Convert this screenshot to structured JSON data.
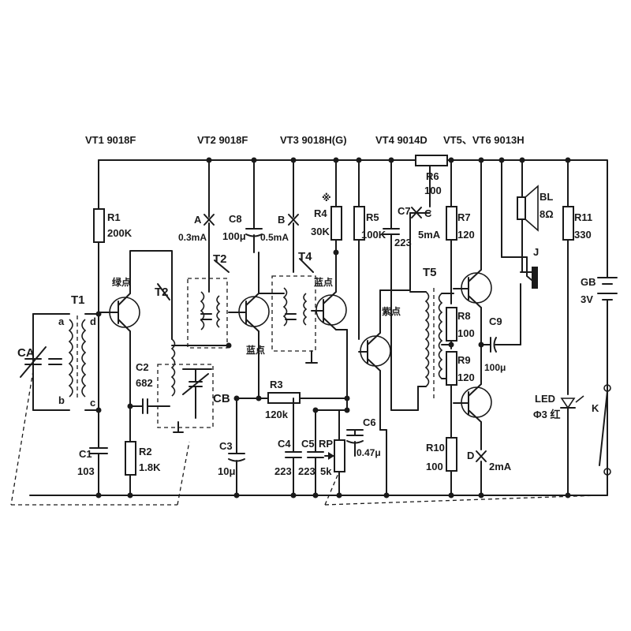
{
  "headers": {
    "vt1": "VT1 9018F",
    "vt2": "VT2 9018F",
    "vt3": "VT3  9018H(G)",
    "vt4": "VT4  9014D",
    "vt56": "VT5、VT6 9013H"
  },
  "components": {
    "r1": {
      "name": "R1",
      "value": "200K"
    },
    "r2": {
      "name": "R2",
      "value": "1.8K"
    },
    "r3": {
      "name": "R3",
      "value": "120k"
    },
    "r4": {
      "name": "R4",
      "value": "30K"
    },
    "r5": {
      "name": "R5",
      "value": "100K"
    },
    "r6": {
      "name": "R6",
      "value": "100"
    },
    "r7": {
      "name": "R7",
      "value": "120"
    },
    "r8": {
      "name": "R8",
      "value": "100"
    },
    "r9": {
      "name": "R9",
      "value": "120"
    },
    "r10": {
      "name": "R10",
      "value": "100"
    },
    "r11": {
      "name": "R11",
      "value": "330"
    },
    "c1": {
      "name": "C1",
      "value": "103"
    },
    "c2": {
      "name": "C2",
      "value": "682"
    },
    "c3": {
      "name": "C3",
      "value": "10μ"
    },
    "c4": {
      "name": "C4",
      "value": "223"
    },
    "c5": {
      "name": "C5",
      "value": "223"
    },
    "c6": {
      "name": "C6",
      "value": "0.47μ"
    },
    "c7": {
      "name": "C7",
      "value": "223"
    },
    "c8": {
      "name": "C8",
      "value": "100μ"
    },
    "c9": {
      "name": "C9",
      "value": "100μ"
    },
    "rp": {
      "name": "RP",
      "value": "5k"
    },
    "ca": "CA",
    "cb": "CB",
    "t1": "T1",
    "t2a": "T2",
    "t2b": "T2",
    "t4": "T4",
    "t5": "T5",
    "bl": {
      "name": "BL",
      "value": "8Ω"
    },
    "gb": {
      "name": "GB",
      "value": "3V"
    },
    "led": {
      "name": "LED",
      "value": "Φ3 红"
    },
    "j": "J",
    "k": "K",
    "note": "※"
  },
  "test_points": {
    "a": {
      "label": "A",
      "value": "0.3mA"
    },
    "b": {
      "label": "B",
      "value": "0.5mA"
    },
    "c": {
      "label": "C",
      "value": "5mA"
    },
    "d": {
      "label": "D",
      "value": "2mA"
    }
  },
  "color_dots": {
    "vt1": "绿点",
    "vt2": "蓝点",
    "vt3": "蓝点",
    "vt4": "紫点"
  },
  "coil_pins": {
    "a": "a",
    "b": "b",
    "c": "c",
    "d": "d"
  },
  "colors": {
    "ink": "#1a1a1a",
    "background": "#ffffff"
  }
}
